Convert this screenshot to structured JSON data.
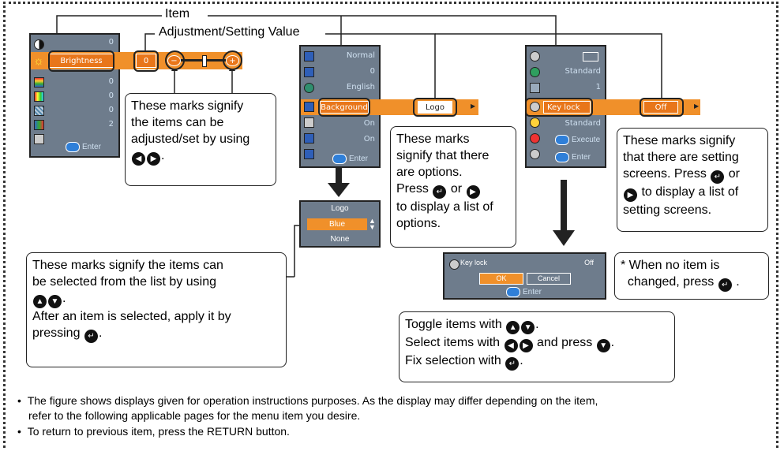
{
  "labels": {
    "item": "Item",
    "adjustment": "Adjustment/Setting Value"
  },
  "panel1": {
    "values": [
      "0",
      "",
      "0",
      "0",
      "0",
      "2"
    ],
    "highlight_label": "Brightness",
    "highlight_value": "0",
    "minus": "−",
    "plus": "+",
    "enter": "Enter"
  },
  "panel2": {
    "values": [
      "Normal",
      "0",
      "English",
      "",
      "On",
      "On"
    ],
    "highlight_label": "Background",
    "highlight_value": "Logo",
    "enter": "Enter"
  },
  "panel3": {
    "values": [
      "",
      "Standard",
      "1",
      "",
      "Standard",
      "Execute"
    ],
    "highlight_label": "Key lock",
    "highlight_value": "Off",
    "enter": "Enter"
  },
  "list": {
    "options": [
      "Logo",
      "Blue",
      "None"
    ]
  },
  "dialog": {
    "label": "Key lock",
    "value": "Off",
    "ok": "OK",
    "cancel": "Cancel",
    "enter": "Enter"
  },
  "callouts": {
    "adjust": [
      "These marks signify",
      "the items can be",
      "adjusted/set by using"
    ],
    "options": [
      "These marks",
      "signify that there",
      "are options.",
      "Press",
      "or",
      "to display a list of",
      "options."
    ],
    "settings": [
      "These marks signify",
      "that there are setting",
      "screens. Press",
      "or",
      "to display a list of",
      "setting screens."
    ],
    "list_select": [
      "These marks signify the items can",
      "be selected from the list by using",
      "After an item is selected, apply it by",
      "pressing"
    ],
    "no_change": [
      "* When no item is",
      "changed, press"
    ],
    "toggle": [
      "Toggle items with",
      "Select items with",
      "and press",
      "Fix selection with"
    ]
  },
  "notes": [
    "The figure shows displays given for operation instructions purposes. As the display may differ depending on the item,",
    "refer to the following applicable pages for the menu item you desire.",
    "To return to previous item, press the RETURN button."
  ],
  "colors": {
    "accent": "#f0902a",
    "panel": "#6e7c8c"
  }
}
